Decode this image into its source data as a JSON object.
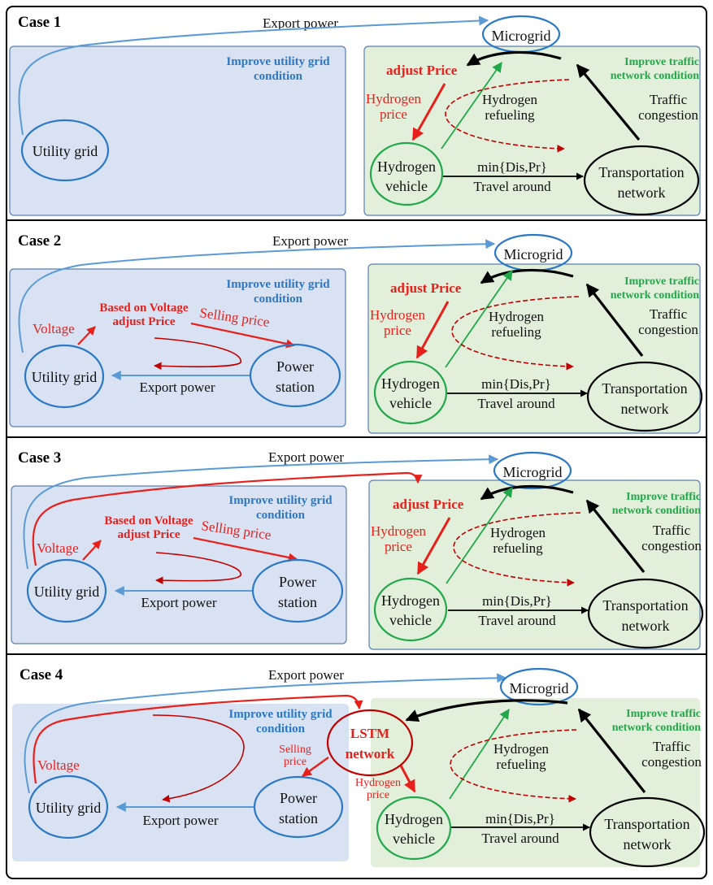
{
  "colors": {
    "utility_panel_fill": "#d9e2f3",
    "utility_panel_stroke": "#5a7fae",
    "traffic_panel_fill": "#e2efda",
    "traffic_panel_stroke": "#5a7fae",
    "blue": "#2b78c5",
    "blue_line": "#5b9bd5",
    "green": "#22a84a",
    "red": "#e8201c",
    "dark_red": "#c00000",
    "black": "#000000"
  },
  "cases": [
    {
      "title": "Case 1",
      "export_power_top": "Export power",
      "utility_panel_title_1": "Improve utility grid",
      "utility_panel_title_2": "condition",
      "utility_grid": "Utility grid",
      "microgrid": "Microgrid",
      "traffic_panel_title_1": "Improve traffic",
      "traffic_panel_title_2": "network condition",
      "adjust_price": "adjust Price",
      "hydrogen_price_1": "Hydrogen",
      "hydrogen_price_2": "price",
      "hydrogen_refueling_1": "Hydrogen",
      "hydrogen_refueling_2": "refueling",
      "traffic_congestion_1": "Traffic",
      "traffic_congestion_2": "congestion",
      "hydrogen_vehicle_1": "Hydrogen",
      "hydrogen_vehicle_2": "vehicle",
      "min_dis_pr": "min{Dis,Pr}",
      "travel_around": "Travel around",
      "transportation_1": "Transportation",
      "transportation_2": "network"
    },
    {
      "title": "Case 2",
      "export_power_top": "Export power",
      "utility_panel_title_1": "Improve utility grid",
      "utility_panel_title_2": "condition",
      "utility_grid": "Utility grid",
      "voltage": "Voltage",
      "based_on_voltage": "Based on Voltage",
      "adjust_price_left": "adjust Price",
      "selling_price": "Selling price",
      "power_station_1": "Power",
      "power_station_2": "station",
      "export_power_bottom": "Export power",
      "microgrid": "Microgrid",
      "traffic_panel_title_1": "Improve traffic",
      "traffic_panel_title_2": "network condition",
      "adjust_price": "adjust Price",
      "hydrogen_price_1": "Hydrogen",
      "hydrogen_price_2": "price",
      "hydrogen_refueling_1": "Hydrogen",
      "hydrogen_refueling_2": "refueling",
      "traffic_congestion_1": "Traffic",
      "traffic_congestion_2": "congestion",
      "hydrogen_vehicle_1": "Hydrogen",
      "hydrogen_vehicle_2": "vehicle",
      "min_dis_pr": "min{Dis,Pr}",
      "travel_around": "Travel around",
      "transportation_1": "Transportation",
      "transportation_2": "network"
    },
    {
      "title": "Case 3",
      "export_power_top": "Export power",
      "utility_panel_title_1": "Improve utility grid",
      "utility_panel_title_2": "condition",
      "utility_grid": "Utility grid",
      "voltage": "Voltage",
      "based_on_voltage": "Based on Voltage",
      "adjust_price_left": "adjust Price",
      "selling_price": "Selling price",
      "power_station_1": "Power",
      "power_station_2": "station",
      "export_power_bottom": "Export power",
      "microgrid": "Microgrid",
      "traffic_panel_title_1": "Improve traffic",
      "traffic_panel_title_2": "network condition",
      "adjust_price": "adjust Price",
      "hydrogen_price_1": "Hydrogen",
      "hydrogen_price_2": "price",
      "hydrogen_refueling_1": "Hydrogen",
      "hydrogen_refueling_2": "refueling",
      "traffic_congestion_1": "Traffic",
      "traffic_congestion_2": "congestion",
      "hydrogen_vehicle_1": "Hydrogen",
      "hydrogen_vehicle_2": "vehicle",
      "min_dis_pr": "min{Dis,Pr}",
      "travel_around": "Travel around",
      "transportation_1": "Transportation",
      "transportation_2": "network"
    },
    {
      "title": "Case 4",
      "export_power_top": "Export power",
      "utility_panel_title_1": "Improve utility grid",
      "utility_panel_title_2": "condition",
      "utility_grid": "Utility grid",
      "voltage": "Voltage",
      "selling_price_1": "Selling",
      "selling_price_2": "price",
      "power_station_1": "Power",
      "power_station_2": "station",
      "export_power_bottom": "Export power",
      "lstm_1": "LSTM",
      "lstm_2": "network",
      "hydrogen_price_1": "Hydrogen",
      "hydrogen_price_2": "price",
      "microgrid": "Microgrid",
      "traffic_panel_title_1": "Improve traffic",
      "traffic_panel_title_2": "network condition",
      "hydrogen_refueling_1": "Hydrogen",
      "hydrogen_refueling_2": "refueling",
      "traffic_congestion_1": "Traffic",
      "traffic_congestion_2": "congestion",
      "hydrogen_vehicle_1": "Hydrogen",
      "hydrogen_vehicle_2": "vehicle",
      "min_dis_pr": "min{Dis,Pr}",
      "travel_around": "Travel around",
      "transportation_1": "Transportation",
      "transportation_2": "network"
    }
  ]
}
